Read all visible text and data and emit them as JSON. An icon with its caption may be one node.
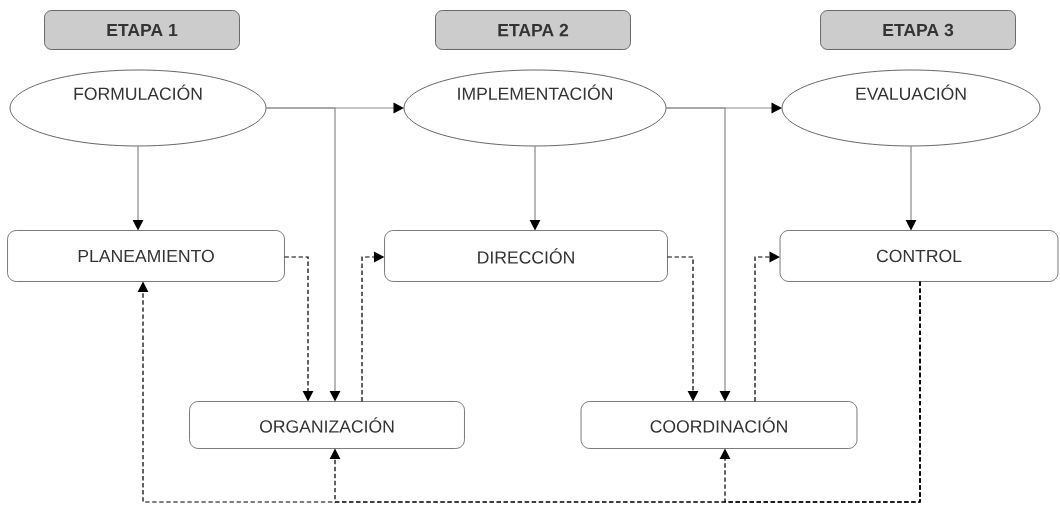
{
  "diagram": {
    "nodes": [
      {
        "text": [
          "ETAPA 1"
        ]
      },
      {
        "text": [
          "ETAPA 2"
        ]
      },
      {
        "text": [
          "ETAPA 3"
        ]
      },
      {
        "text": [
          "FORMULACIÓN"
        ]
      },
      {
        "text": [
          "IMPLEMENTACIÓN"
        ]
      },
      {
        "text": [
          "EVALUACIÓN"
        ]
      },
      {
        "text": [
          "PLANEAMIENTO"
        ]
      },
      {
        "text": [
          "DIRECCIÓN"
        ]
      },
      {
        "text": [
          "CONTROL"
        ]
      },
      {
        "text": [
          "ORGANIZACIÓN"
        ]
      },
      {
        "text": [
          "COORDINACIÓN"
        ]
      }
    ],
    "edges": [
      {
        "from": 3,
        "to": 4,
        "arrow": "to"
      },
      {
        "from": 3,
        "to": 9,
        "arrow": "to"
      },
      {
        "from": 4,
        "to": 5,
        "arrow": "to"
      },
      {
        "from": 4,
        "to": 10,
        "arrow": "to"
      },
      {
        "from": 3,
        "to": 6,
        "arrow": "to"
      },
      {
        "from": 4,
        "to": 7,
        "arrow": "to"
      },
      {
        "from": 5,
        "to": 8,
        "arrow": "to"
      },
      {
        "from": 6,
        "to": 9,
        "arrow": "to",
        "style": "dashed",
        "color": "#000000"
      },
      {
        "from": 9,
        "to": 7,
        "arrow": "to",
        "style": "dashed",
        "color": "#000000"
      },
      {
        "from": 7,
        "to": 10,
        "arrow": "to",
        "style": "dashed",
        "color": "#000000"
      },
      {
        "from": 10,
        "to": 8,
        "arrow": "to",
        "style": "dashed",
        "color": "#000000"
      },
      {
        "from": 8,
        "to": 6,
        "arrow": "to",
        "style": "dashed",
        "color": "#000000"
      },
      {
        "from": 8,
        "to": 9,
        "arrow": "to",
        "style": "dashed",
        "color": "#000000"
      },
      {
        "from": 8,
        "to": 10,
        "arrow": "to",
        "style": "dashed",
        "color": "#000000"
      }
    ]
  }
}
